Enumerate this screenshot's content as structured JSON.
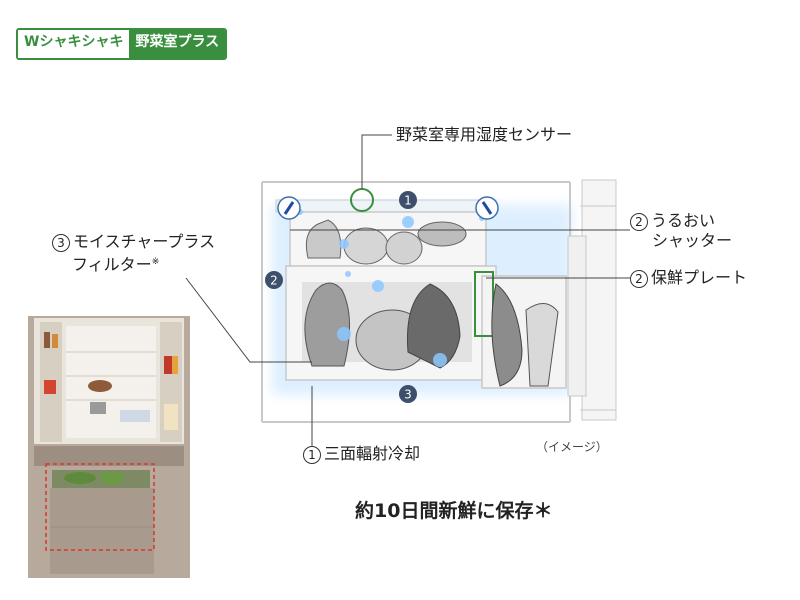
{
  "badge": {
    "left": "Wシャキシャキ",
    "right": "野菜室プラス"
  },
  "labels": {
    "sensor": "野菜室専用湿度センサー",
    "shutter_num": "2",
    "shutter_line1": "うるおい",
    "shutter_line2": "シャッター",
    "plate_num": "2",
    "plate": "保鮮プレート",
    "filter_num": "3",
    "filter_line1": "モイスチャープラス",
    "filter_line2": "フィルター",
    "filter_mark": "※",
    "cooling_num": "1",
    "cooling": "三面輻射冷却"
  },
  "markers": {
    "top": "1",
    "left": "2",
    "bottom": "3"
  },
  "note": "（イメージ）",
  "tagline": "約10日間新鮮に保存＊",
  "colors": {
    "brand_green": "#3a8f3e",
    "marker": "#3d4f6b",
    "glow": "#bfe2ff",
    "highlight_red": "#d9372d"
  }
}
